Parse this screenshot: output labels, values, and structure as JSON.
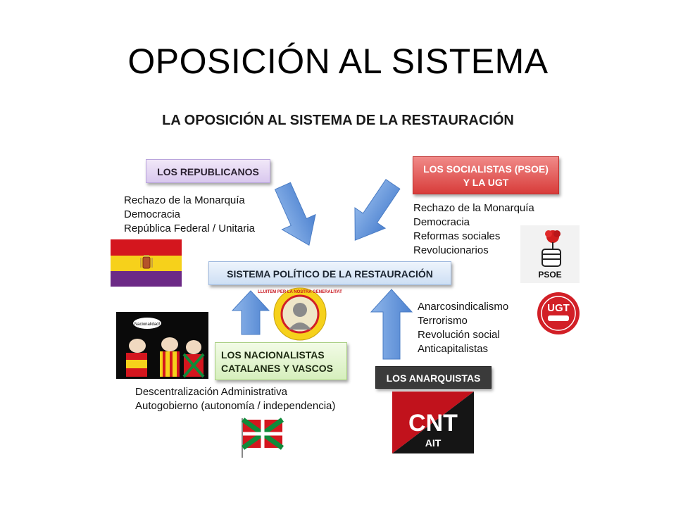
{
  "slide": {
    "title": "OPOSICIÓN AL SISTEMA"
  },
  "diagram": {
    "heading": "LA OPOSICIÓN AL SISTEMA DE LA RESTAURACIÓN",
    "center_box": "SISTEMA POLÍTICO DE LA RESTAURACIÓN",
    "republicanos": {
      "label": "LOS REPUBLICANOS",
      "points": [
        "Rechazo de la Monarquía",
        "Democracia",
        "República Federal / Unitaria"
      ]
    },
    "socialistas": {
      "label_line1": "LOS SOCIALISTAS (PSOE)",
      "label_line2": "Y LA UGT",
      "points": [
        "Rechazo de la Monarquía",
        "Democracia",
        "Reformas sociales",
        "Revolucionarios"
      ]
    },
    "nacionalistas": {
      "label_line1": "LOS NACIONALISTAS",
      "label_line2": "CATALANES Y VASCOS",
      "points": [
        "Descentralización Administrativa",
        "Autogobierno (autonomía / independencia)"
      ]
    },
    "anarquistas": {
      "label": "LOS ANARQUISTAS",
      "points": [
        "Anarcosindicalismo",
        "Terrorismo",
        "Revolución social",
        "Anticapitalistas"
      ]
    }
  },
  "images": {
    "psoe_logo_text": "PSOE",
    "ugt_logo_text": "UGT",
    "cnt_logo_line1": "CNT",
    "cnt_logo_line2": "AIT",
    "catalan_badge_text": "LLUITEM PER LA NOSTRA GENERALITAT",
    "cartoon_bubble": "Nacionalidad!"
  },
  "colors": {
    "arrow_blue": "#5b8fd6",
    "republican_red": "#d4161e",
    "republican_yellow": "#f6d11b",
    "republican_purple": "#6c2a86",
    "socialist_red": "#d83c3a",
    "ikurrina_green": "#0f8b3a",
    "cnt_red": "#c1121c"
  }
}
